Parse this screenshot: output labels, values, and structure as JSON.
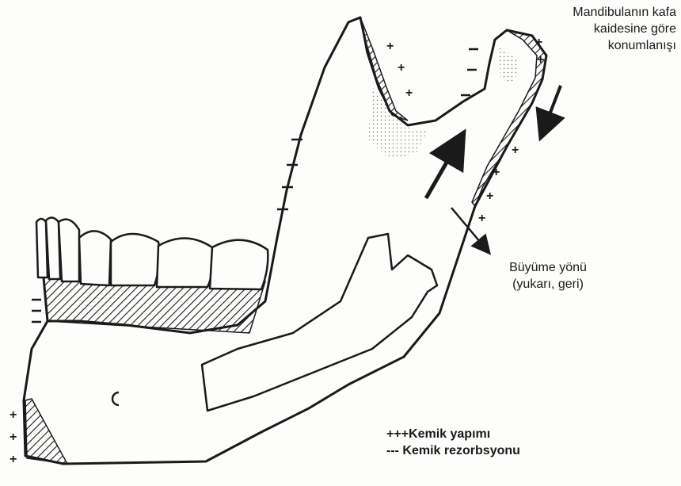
{
  "labels": {
    "top": {
      "line1": "Mandibulanın kafa",
      "line2": "kaidesine göre",
      "line3": "konumlanışı"
    },
    "middle": {
      "line1": "Büyüme yönü",
      "line2": "(yukarı, geri)"
    },
    "legend": {
      "formation": "+++Kemik yapımı",
      "resorption": "--- Kemik rezorbsyonu"
    }
  },
  "symbols": {
    "plus": "+",
    "minus": "−"
  },
  "colors": {
    "ink": "#1a1a1a",
    "paper": "#fdfdfc"
  }
}
